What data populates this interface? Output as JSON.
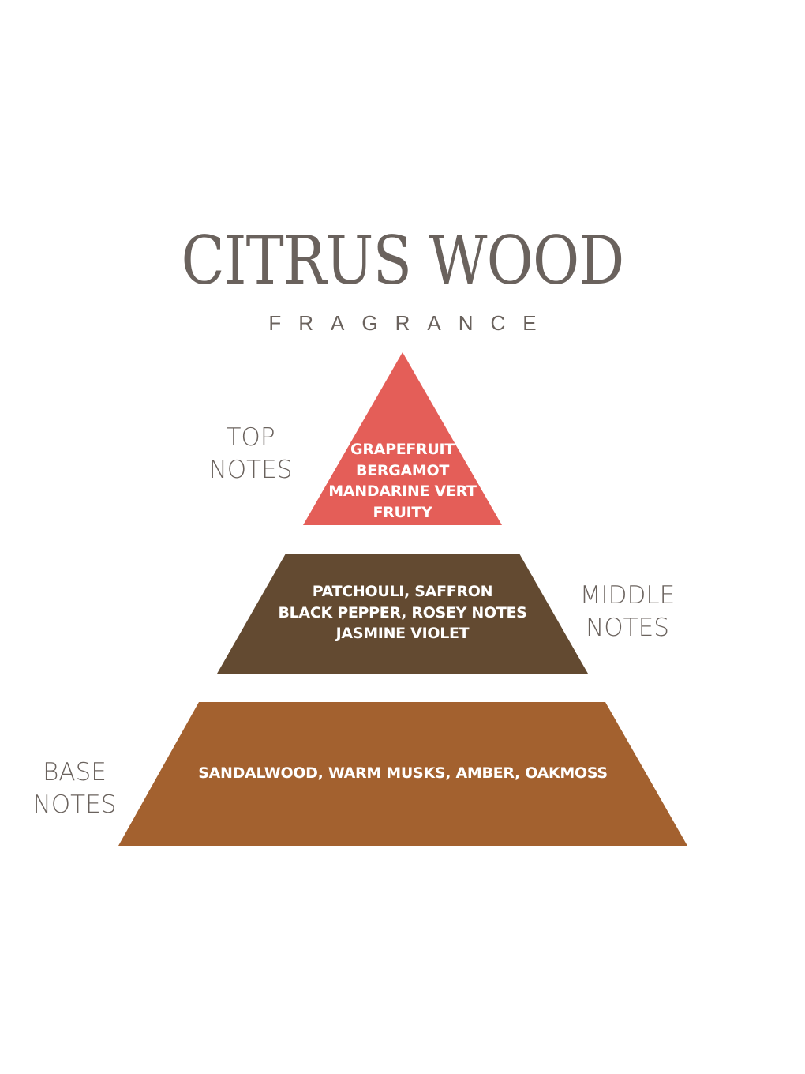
{
  "header": {
    "title": "CITRUS WOOD",
    "subtitle": "FRAGRANCE"
  },
  "colors": {
    "text": "#6a625d",
    "top_tier": "#e45e58",
    "middle_tier": "#634a31",
    "base_tier": "#a3612f",
    "tier_text": "#ffffff"
  },
  "pyramid": {
    "top": {
      "label_line1": "TOP",
      "label_line2": "NOTES",
      "notes": [
        "GRAPEFRUIT",
        "BERGAMOT",
        "MANDARINE VERT",
        "FRUITY"
      ]
    },
    "middle": {
      "label_line1": "MIDDLE",
      "label_line2": "NOTES",
      "notes": [
        "PATCHOULI, SAFFRON",
        "BLACK PEPPER, ROSEY NOTES",
        "JASMINE VIOLET"
      ]
    },
    "base": {
      "label_line1": "BASE",
      "label_line2": "NOTES",
      "notes": [
        "SANDALWOOD, WARM MUSKS, AMBER, OAKMOSS"
      ]
    }
  }
}
